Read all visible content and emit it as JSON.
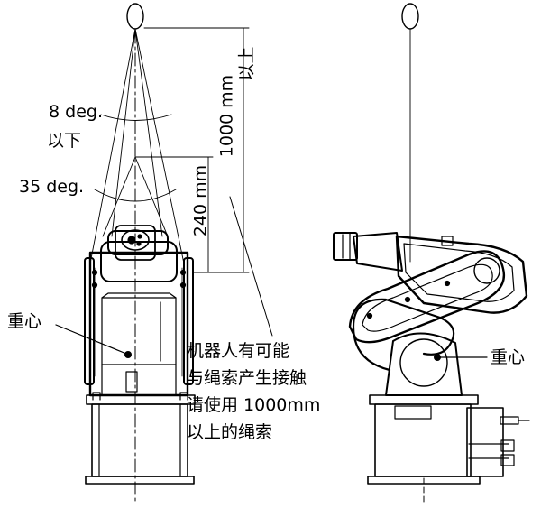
{
  "angle_small": {
    "value": "8 deg.",
    "qualifier": "以下"
  },
  "angle_large": {
    "value": "35 deg."
  },
  "dimension_long": {
    "value": "1000 mm",
    "qualifier": "以上"
  },
  "dimension_short": {
    "value": "240 mm"
  },
  "cog_front": "重心",
  "cog_side": "重心",
  "note_lines": [
    "机器人有可能",
    "与绳索产生接触",
    "请使用 1000mm",
    "以上的绳索"
  ]
}
